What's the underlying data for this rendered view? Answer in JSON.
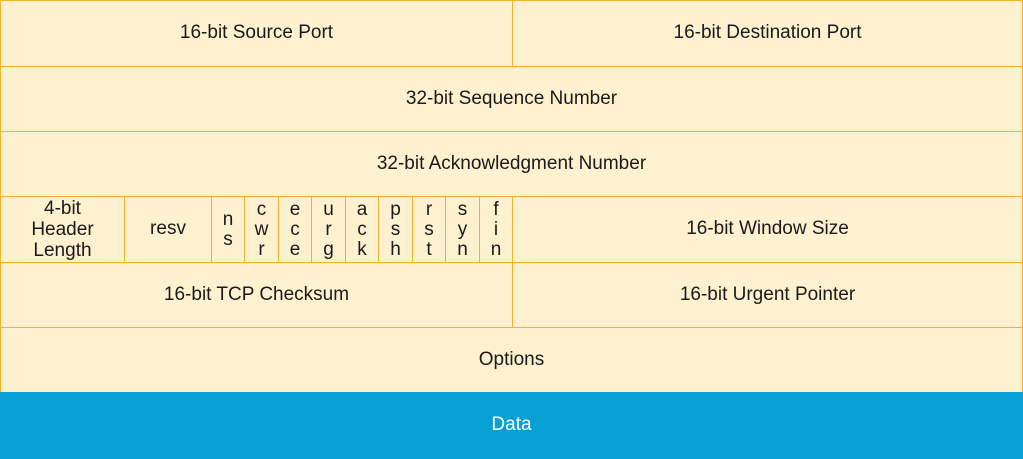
{
  "diagram": {
    "row1": {
      "source_port": "16-bit Source Port",
      "destination_port": "16-bit Destination Port"
    },
    "row2": {
      "sequence_number": "32-bit Sequence Number"
    },
    "row3": {
      "acknowledgment_number": "32-bit Acknowledgment Number"
    },
    "row4": {
      "header_length": "4-bit\nHeader\nLength",
      "reserved": "resv",
      "flags": [
        "ns",
        "cwr",
        "ece",
        "urg",
        "ack",
        "psh",
        "rst",
        "syn",
        "fin"
      ],
      "window_size": "16-bit Window Size"
    },
    "row5": {
      "tcp_checksum": "16-bit TCP Checksum",
      "urgent_pointer": "16-bit Urgent Pointer"
    },
    "row6": {
      "options": "Options"
    },
    "row7": {
      "data": "Data"
    }
  },
  "colors": {
    "cell_fill": "#fdf1cf",
    "cell_border": "#f3b02a",
    "data_fill": "#079fd4",
    "data_text": "#ffffff"
  }
}
